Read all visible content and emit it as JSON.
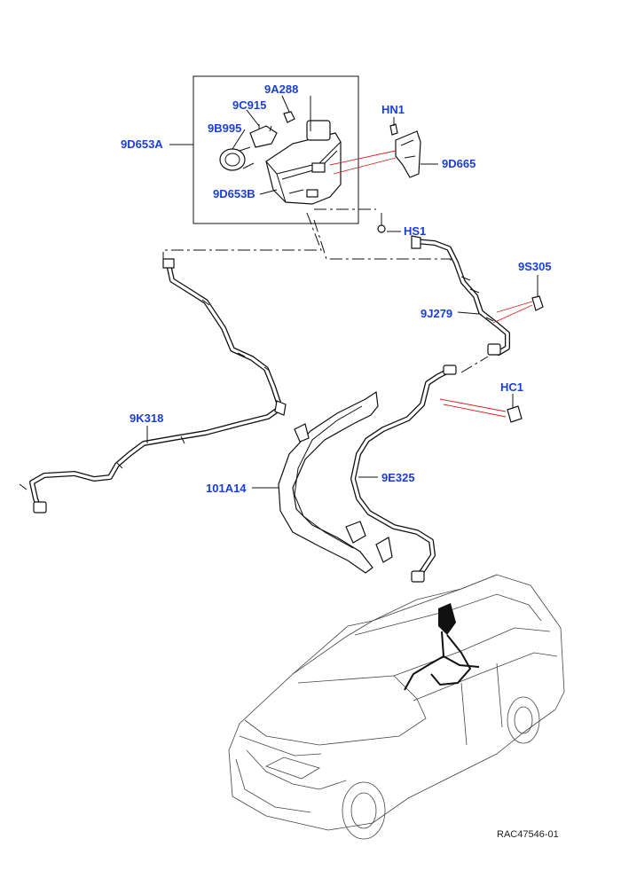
{
  "labels": {
    "9A288": "9A288",
    "9C915": "9C915",
    "9B995": "9B995",
    "9D653A": "9D653A",
    "9D653B": "9D653B",
    "HN1": "HN1",
    "9D665": "9D665",
    "HS1": "HS1",
    "9S305": "9S305",
    "9J279": "9J279",
    "HC1": "HC1",
    "9K318": "9K318",
    "101A14": "101A14",
    "9E325": "9E325"
  },
  "reference": "RAC47546-01",
  "colors": {
    "label": "#1a3fd6",
    "leader_red": "#d42020",
    "line": "#111111"
  }
}
